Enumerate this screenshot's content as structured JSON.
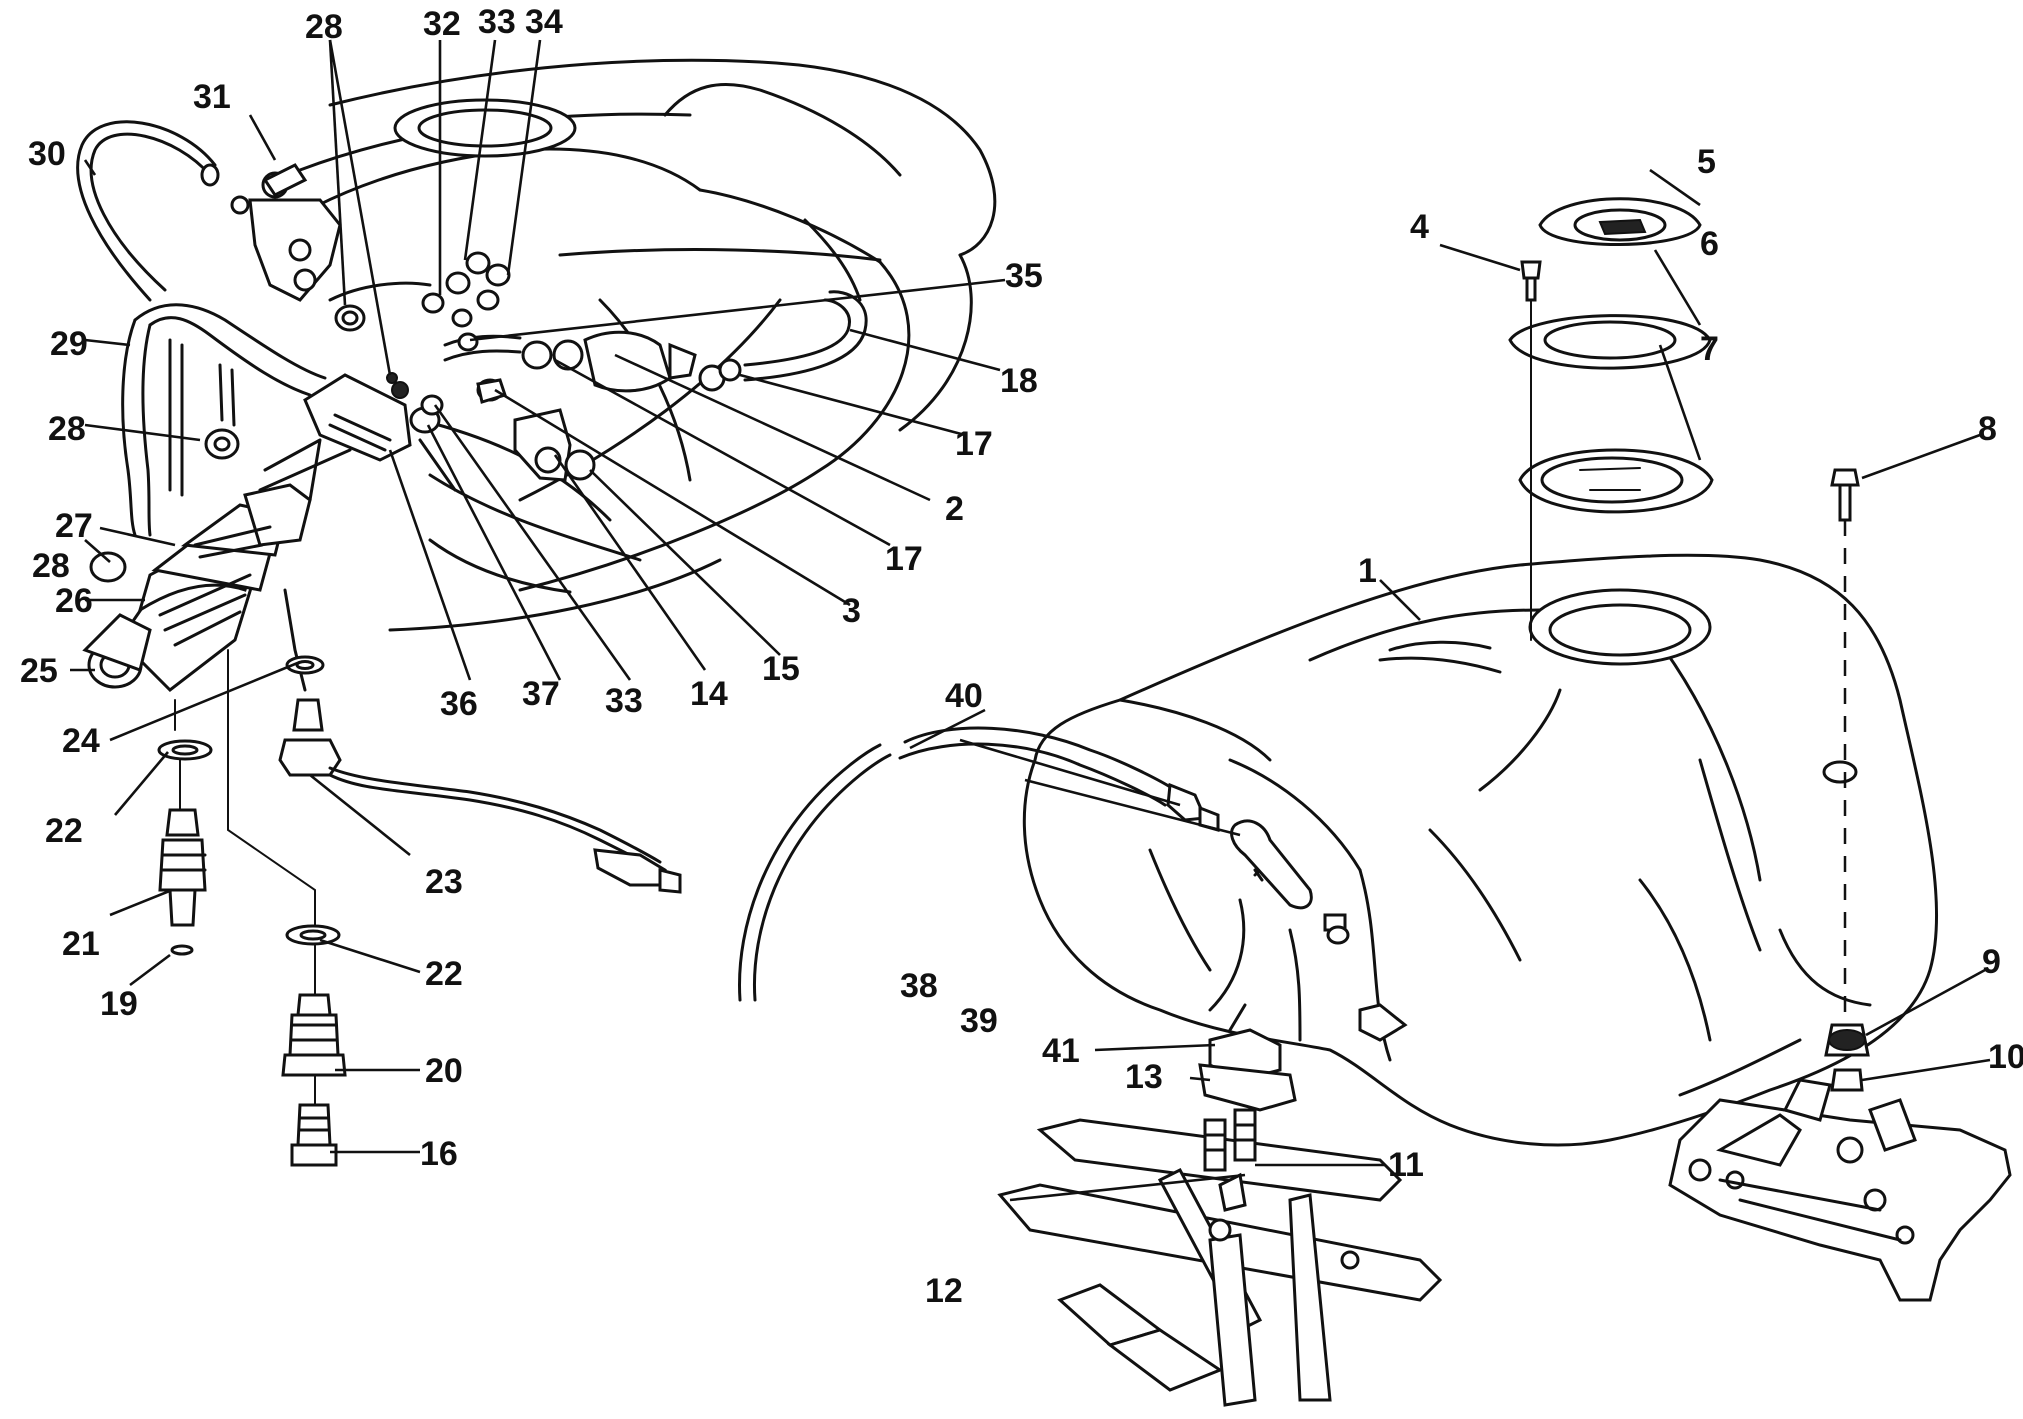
{
  "callouts": [
    "1",
    "2",
    "3",
    "4",
    "5",
    "6",
    "7",
    "8",
    "9",
    "10",
    "11",
    "12",
    "13",
    "14",
    "15",
    "16",
    "17",
    "17",
    "18",
    "19",
    "20",
    "21",
    "22",
    "22",
    "23",
    "24",
    "25",
    "26",
    "27",
    "28",
    "28",
    "28",
    "28",
    "29",
    "30",
    "31",
    "32",
    "33",
    "33",
    "34",
    "35",
    "36",
    "37",
    "38",
    "39",
    "40",
    "41"
  ]
}
